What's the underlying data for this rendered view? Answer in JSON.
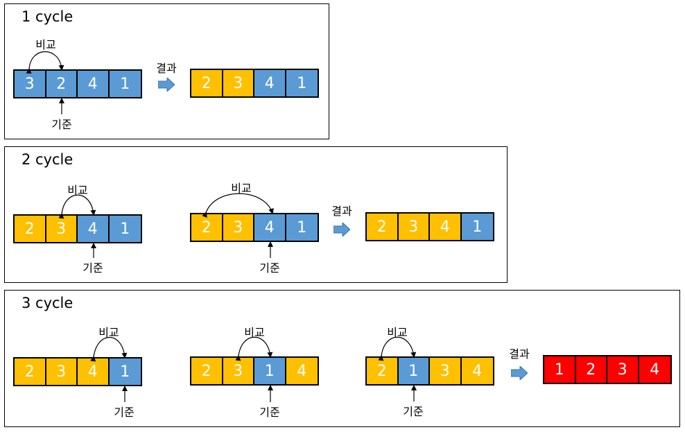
{
  "panels": [
    {
      "title": "1 cycle",
      "groups": [
        {
          "values": [
            "3",
            "2",
            "4",
            "1"
          ],
          "colors": [
            "blue",
            "blue",
            "blue",
            "blue"
          ],
          "compare_label": "비교",
          "pivot_label": "기준"
        },
        {
          "values": [
            "2",
            "3",
            "4",
            "1"
          ],
          "colors": [
            "yellow",
            "yellow",
            "blue",
            "blue"
          ],
          "result_label": "결과"
        }
      ]
    },
    {
      "title": "2 cycle",
      "groups": [
        {
          "values": [
            "2",
            "3",
            "4",
            "1"
          ],
          "colors": [
            "yellow",
            "yellow",
            "blue",
            "blue"
          ],
          "compare_label": "비교",
          "pivot_label": "기준"
        },
        {
          "values": [
            "2",
            "3",
            "4",
            "1"
          ],
          "colors": [
            "yellow",
            "yellow",
            "blue",
            "blue"
          ],
          "compare_label": "비교",
          "pivot_label": "기준"
        },
        {
          "values": [
            "2",
            "3",
            "4",
            "1"
          ],
          "colors": [
            "yellow",
            "yellow",
            "yellow",
            "blue"
          ],
          "result_label": "결과"
        }
      ]
    },
    {
      "title": "3 cycle",
      "groups": [
        {
          "values": [
            "2",
            "3",
            "4",
            "1"
          ],
          "colors": [
            "yellow",
            "yellow",
            "yellow",
            "blue"
          ],
          "compare_label": "비교",
          "pivot_label": "기준"
        },
        {
          "values": [
            "2",
            "3",
            "1",
            "4"
          ],
          "colors": [
            "yellow",
            "yellow",
            "blue",
            "yellow"
          ],
          "compare_label": "비교",
          "pivot_label": "기준"
        },
        {
          "values": [
            "2",
            "1",
            "3",
            "4"
          ],
          "colors": [
            "yellow",
            "blue",
            "yellow",
            "yellow"
          ],
          "compare_label": "비교",
          "pivot_label": "기준"
        },
        {
          "values": [
            "1",
            "2",
            "3",
            "4"
          ],
          "colors": [
            "red",
            "red",
            "red",
            "red"
          ],
          "result_label": "결과"
        }
      ]
    }
  ],
  "colors": {
    "blue": "#5b9bd5",
    "yellow": "#ffc000",
    "red": "#ff0000"
  }
}
